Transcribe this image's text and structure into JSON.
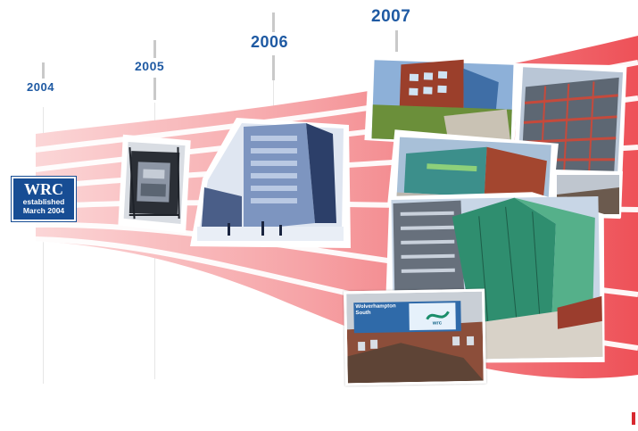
{
  "timeline": {
    "years": [
      {
        "label": "2004"
      },
      {
        "label": "2005"
      },
      {
        "label": "2006"
      },
      {
        "label": "2007"
      }
    ]
  },
  "badge": {
    "title": "WRC",
    "line1": "established",
    "line2": "March 2004"
  },
  "billboard": {
    "heading": "Wolverhampton South",
    "logo_text": "wrc"
  },
  "colors": {
    "year_blue": "#1f5aa3",
    "badge_blue": "#174d94",
    "ribbon_red": "#f2686f",
    "ribbon_pink": "#f9c9cb"
  }
}
